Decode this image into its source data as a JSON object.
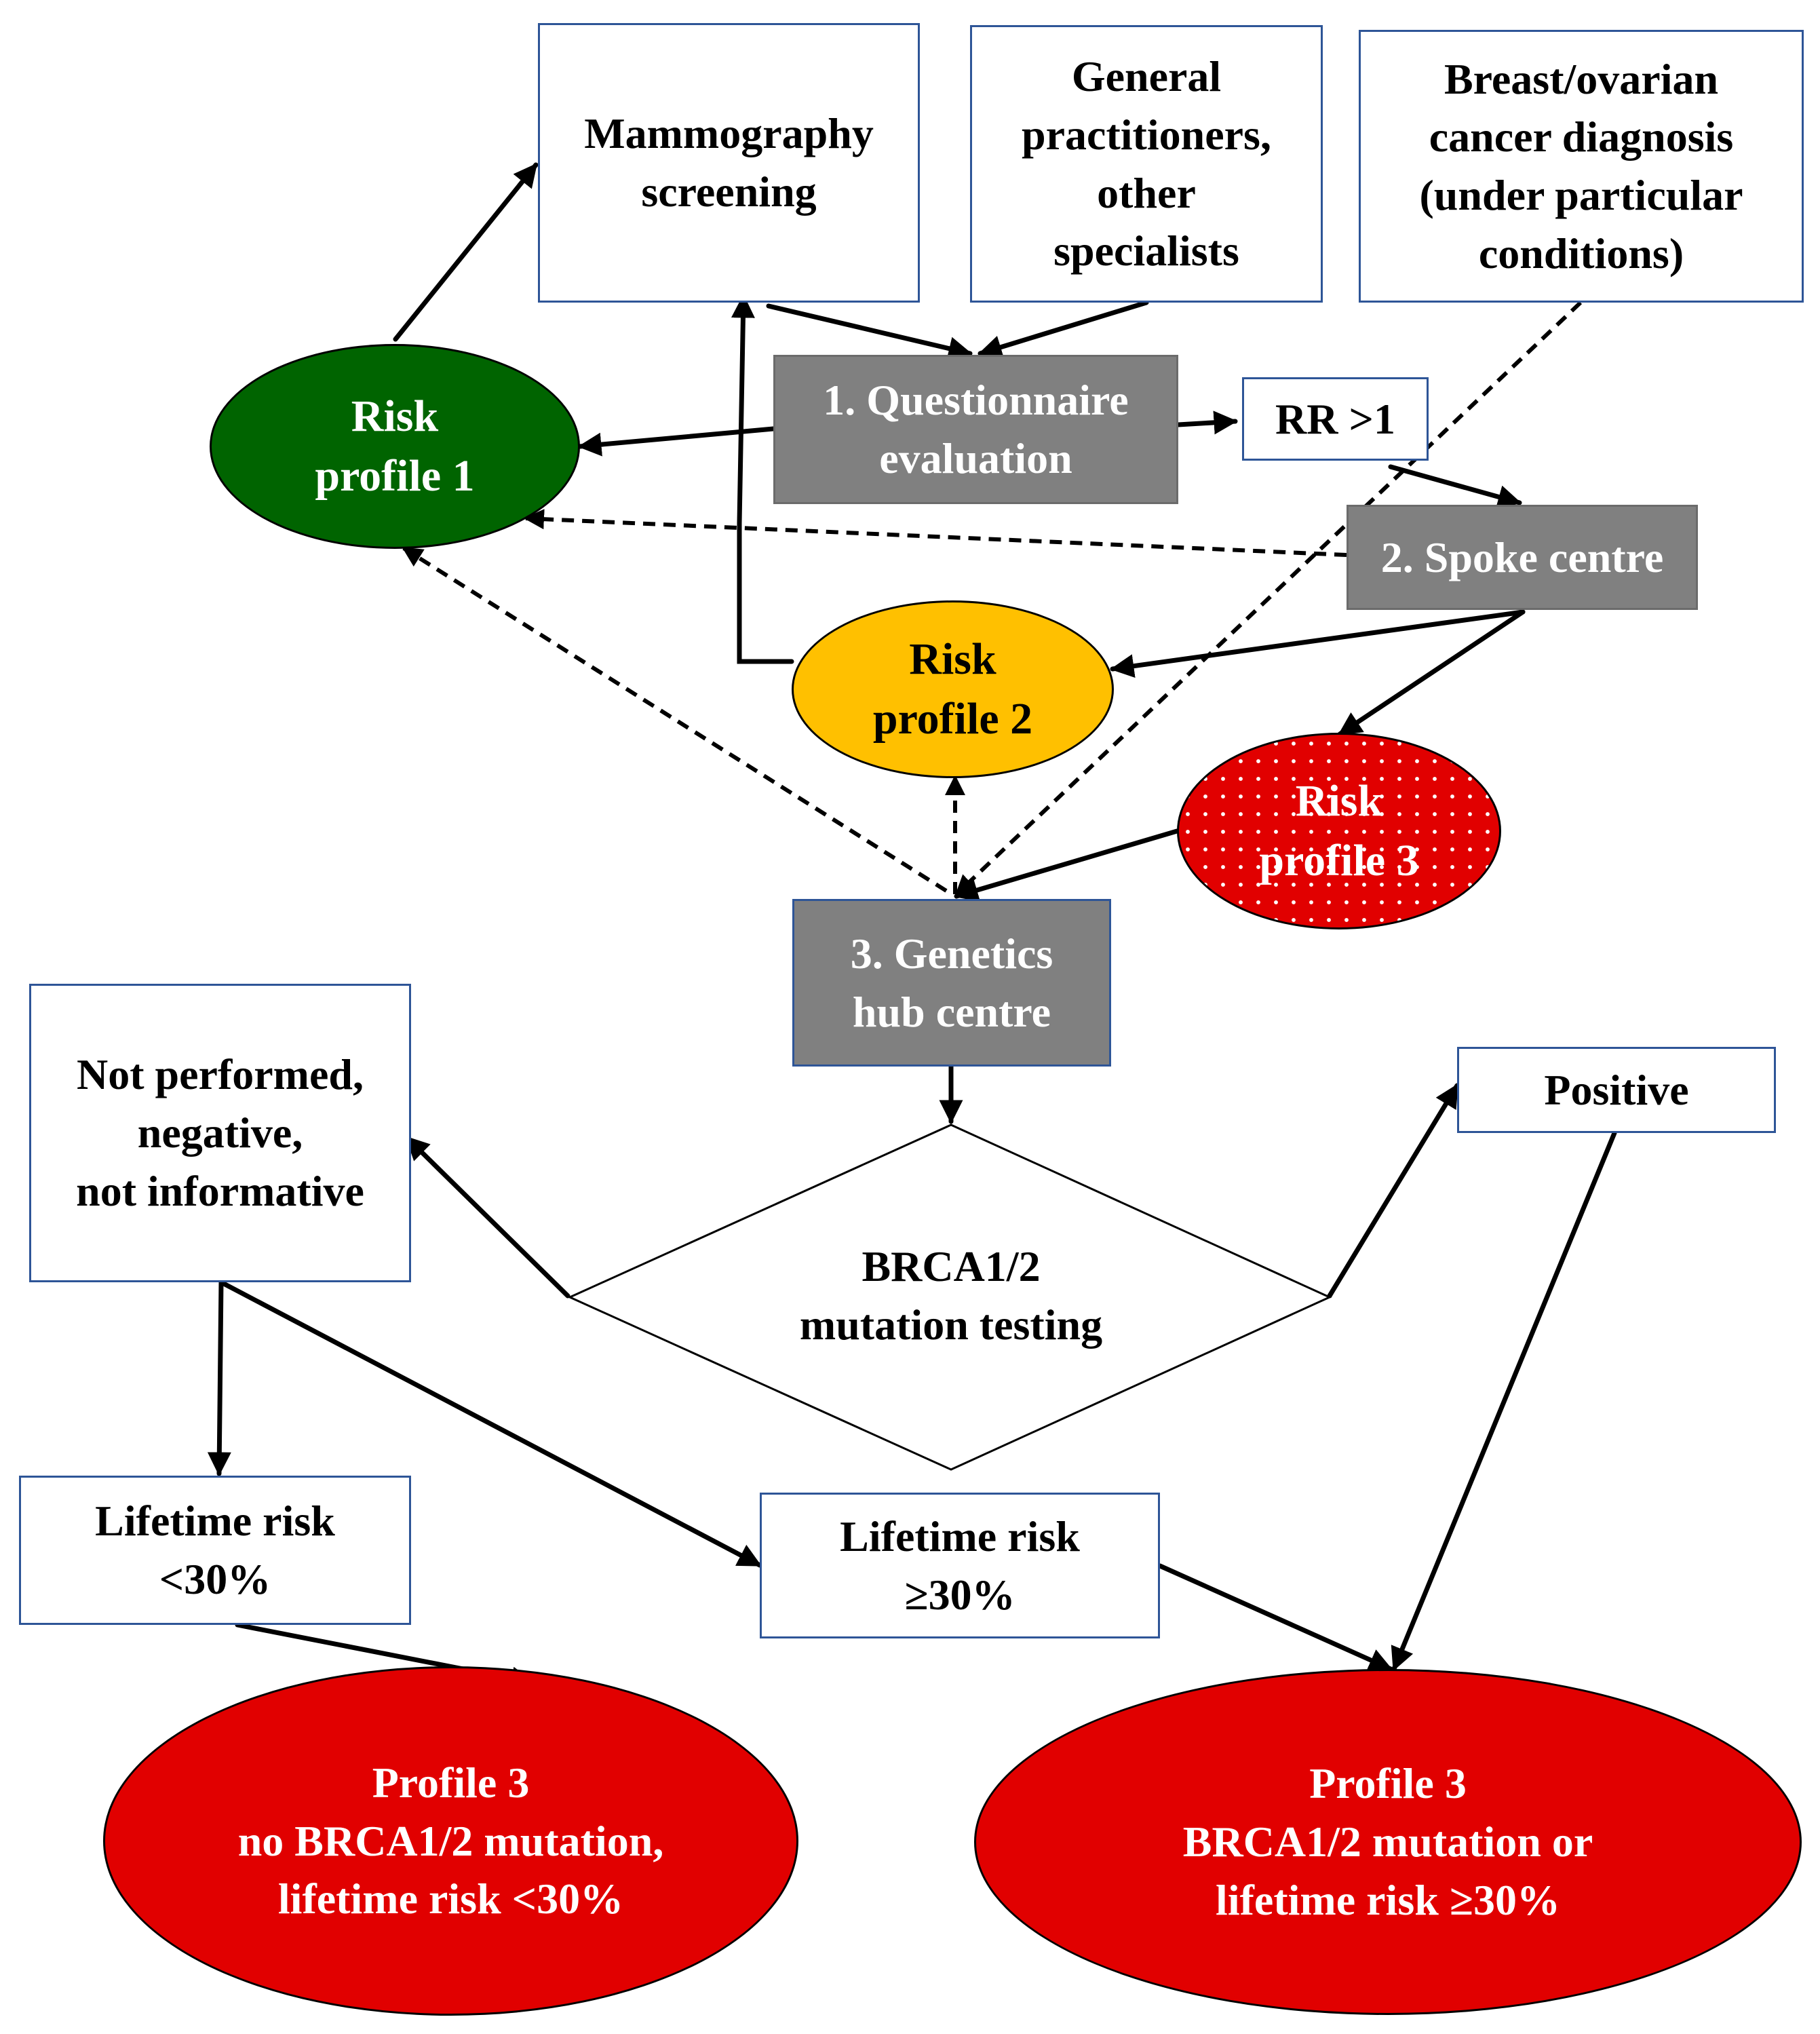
{
  "diagram": {
    "nodes": {
      "mammography": {
        "label": "Mammography\nscreening"
      },
      "general_practitioners": {
        "label": "General\npractitioners,\nother\nspecialists"
      },
      "cancer_diagnosis": {
        "label": "Breast/ovarian\ncancer diagnosis\n(under particular\nconditions)"
      },
      "questionnaire": {
        "label": "1. Questionnaire\nevaluation"
      },
      "rr": {
        "label": "RR >1"
      },
      "spoke": {
        "label": "2. Spoke centre"
      },
      "risk1": {
        "label": "Risk\nprofile 1",
        "color": "#006400"
      },
      "risk2": {
        "label": "Risk\nprofile 2",
        "color": "#ffc000"
      },
      "risk3": {
        "label": "Risk\nprofile 3",
        "color": "#e10000"
      },
      "genetics": {
        "label": "3. Genetics\nhub centre"
      },
      "brca_test": {
        "label": "BRCA1/2\nmutation testing"
      },
      "not_performed": {
        "label": "Not performed,\nnegative,\nnot informative"
      },
      "positive": {
        "label": "Positive"
      },
      "lifetime_low": {
        "label": "Lifetime risk\n<30%"
      },
      "lifetime_high": {
        "label": "Lifetime risk\n≥30%"
      },
      "profile3_no_mutation": {
        "label": "Profile 3\nno BRCA1/2 mutation,\nlifetime risk <30%",
        "color": "#e10000"
      },
      "profile3_mutation": {
        "label": "Profile 3\nBRCA1/2 mutation or\nlifetime risk ≥30%",
        "color": "#e10000"
      }
    },
    "colors": {
      "box_border": "#2e5597",
      "grey_box": "#808080",
      "text_on_dark": "#ffffff",
      "arrow": "#000000"
    }
  }
}
